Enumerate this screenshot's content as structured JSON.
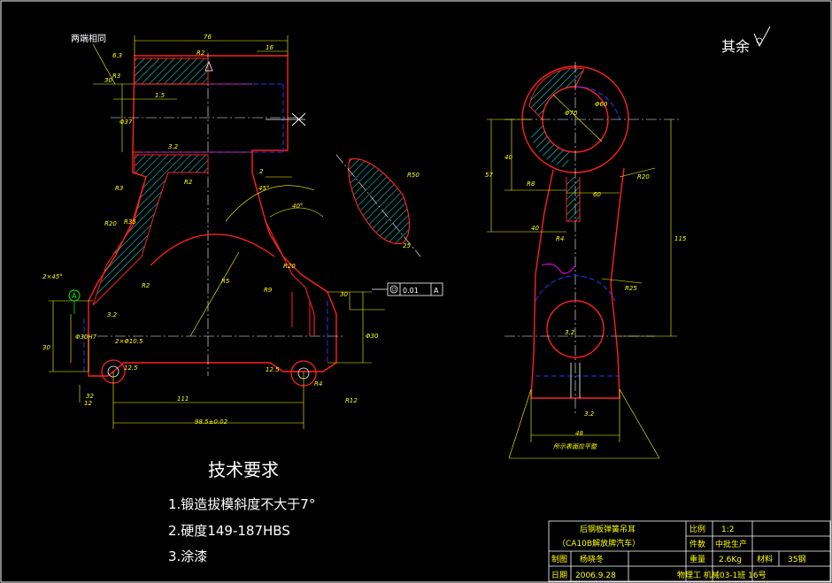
{
  "drawing": {
    "corner_note": "其余",
    "tech_req_title": "技术要求",
    "tech_req_items": [
      "1.锻造拔模斜度不大于7°",
      "2.硬度149-187HBS",
      "3.涂漆"
    ],
    "left_view_note": "两端相同",
    "datum_label": "A",
    "tolerance_frame": {
      "value": "0.01",
      "datum": "A"
    },
    "right_view_note": "所示表面应平整",
    "dims_left": [
      "76",
      "16",
      "R2",
      "R3",
      "6.3",
      "30",
      "1.5",
      "3.2",
      "R3",
      "R2",
      "2",
      "45°",
      "40°",
      "R20",
      "R35",
      "R5",
      "R2",
      "R9",
      "R20",
      "30",
      "3.2",
      "2×45°",
      "2×Φ10.5",
      "12.5",
      "12.5",
      "12",
      "30",
      "32",
      "Φ30H7",
      "Φ30",
      "Φ37",
      "R4",
      "R12",
      "98.5±0.02",
      "111",
      "R50",
      "25"
    ],
    "dims_right": [
      "Φ70",
      "Φ60",
      "57",
      "40",
      "R8",
      "60",
      "R20",
      "40",
      "R4",
      "R25",
      "115",
      "3.2",
      "48",
      "3.2"
    ]
  },
  "title_block": {
    "part_name": "后钢板弹簧吊耳",
    "part_sub": "（CA10B解放牌汽车）",
    "scale_label": "比例",
    "scale_value": "1:2",
    "qty_label": "件数",
    "qty_value": "中批生产",
    "drawn_label": "制图",
    "drawn_value": "杨晓冬",
    "weight_label": "重量",
    "weight_value": "2.6Kg",
    "material_label": "材料",
    "material_value": "35钢",
    "date_label": "日期",
    "date_value": "2006.9.28",
    "school": "物理工 机械03-1班 16号"
  }
}
